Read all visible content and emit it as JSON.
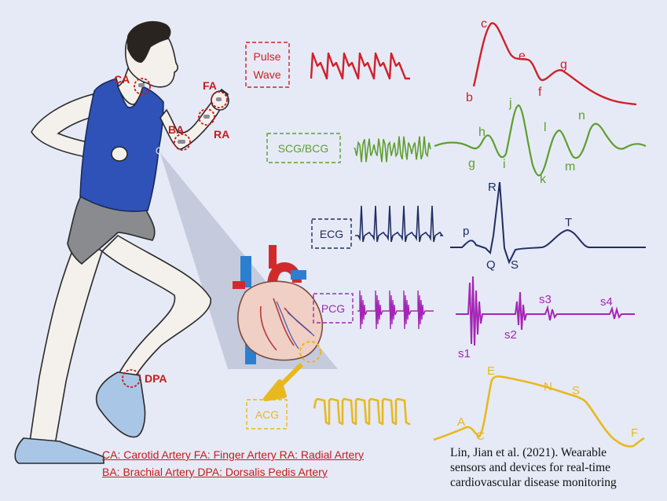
{
  "body_labels": {
    "ca": "CA",
    "fa": "FA",
    "ba": "BA",
    "ra": "RA",
    "dpa": "DPA"
  },
  "signals": {
    "pulse": {
      "label_line1": "Pulse",
      "label_line2": "Wave",
      "color": "#d0202a"
    },
    "scg": {
      "label": "SCG/BCG",
      "color": "#5e9e2e"
    },
    "ecg": {
      "label": "ECG",
      "color": "#1f2d63"
    },
    "pcg": {
      "label": "PCG",
      "color": "#a526b6"
    },
    "acg": {
      "label": "ACG",
      "color": "#e8b81e"
    }
  },
  "wave_points": {
    "pulse": [
      "b",
      "c",
      "e",
      "f",
      "g"
    ],
    "scg": [
      "g",
      "h",
      "i",
      "j",
      "k",
      "l",
      "m",
      "n"
    ],
    "ecg": [
      "p",
      "Q",
      "R",
      "S",
      "T"
    ],
    "pcg": [
      "s1",
      "s2",
      "s3",
      "s4"
    ],
    "acg": [
      "A",
      "C",
      "E",
      "N",
      "S",
      "F"
    ]
  },
  "legend": {
    "line1": "CA: Carotid Artery   FA: Finger Artery   RA: Radial Artery",
    "line2": "BA: Brachial Artery   DPA: Dorsalis Pedis Artery"
  },
  "citation": {
    "line1": "Lin, Jian et al. (2021). Wearable",
    "line2": "sensors and devices for real-time",
    "line3": "cardiovascular disease monitoring"
  },
  "colors": {
    "background": "#e6eaf6",
    "annotation_red": "#c41c1c",
    "shirt_blue": "#2f52b8",
    "shorts_gray": "#8a8b8f",
    "skin": "#f4f1ec"
  }
}
